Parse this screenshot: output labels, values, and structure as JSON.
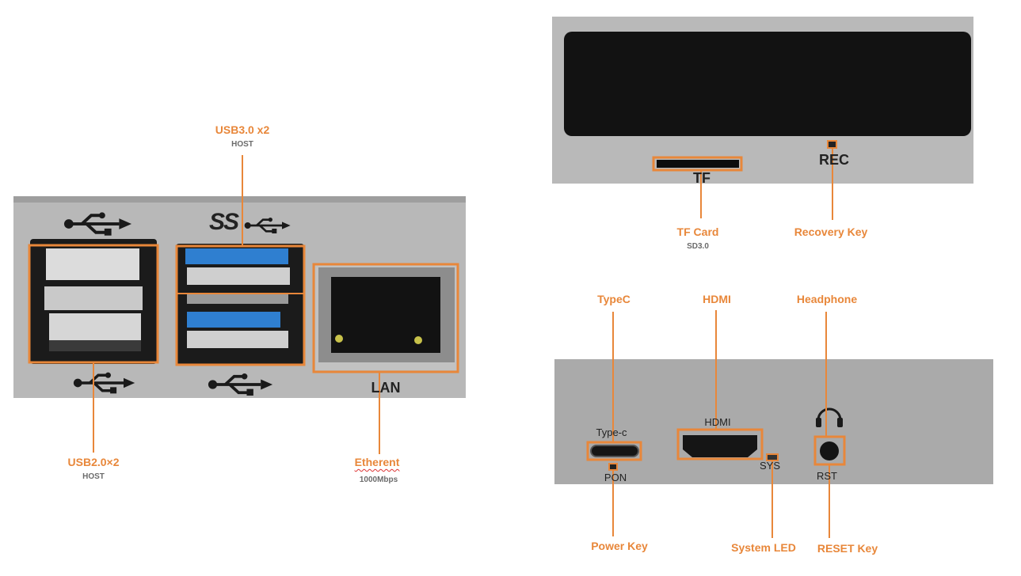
{
  "colors": {
    "accent": "#E8873A",
    "panel": "#b9b9b9",
    "panel_dark": "#a9a9a9",
    "port": "#111111",
    "usb3_blue": "#2f7fd0"
  },
  "callouts": {
    "usb3": {
      "label": "USB3.0 x2",
      "sub": "HOST"
    },
    "usb2": {
      "label": "USB2.0×2",
      "sub": "HOST"
    },
    "ethernet": {
      "label": "Etherent",
      "sub": "1000Mbps"
    },
    "tf": {
      "label": "TF Card",
      "sub": "SD3.0"
    },
    "recovery": {
      "label": "Recovery Key"
    },
    "typec": {
      "label": "TypeC"
    },
    "hdmi": {
      "label": "HDMI"
    },
    "headphone": {
      "label": "Headphone"
    },
    "power": {
      "label": "Power Key"
    },
    "sysled": {
      "label": "System LED"
    },
    "reset": {
      "label": "RESET Key"
    }
  },
  "panel_markings": {
    "lan": "LAN",
    "ss": "SS",
    "tf": "TF",
    "rec": "REC",
    "typec": "Type-c",
    "pon": "PON",
    "hdmi": "HDMI",
    "sys": "SYS",
    "rst": "RST"
  },
  "icons": [
    "usb-icon",
    "headphone-icon"
  ]
}
